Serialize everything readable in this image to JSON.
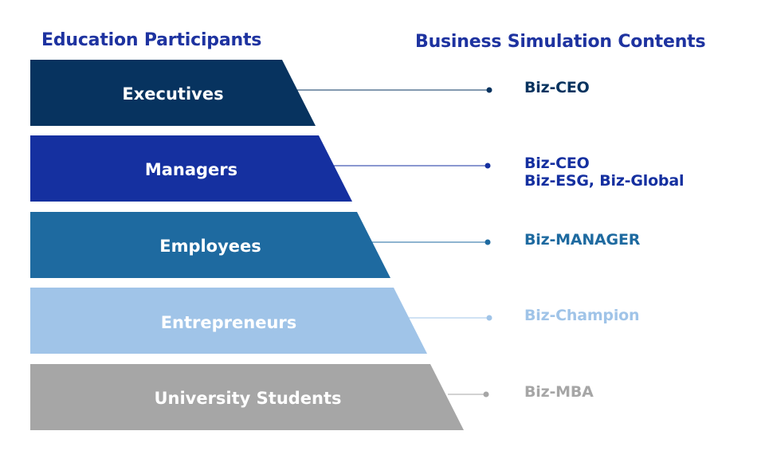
{
  "headings": {
    "participants": "Education Participants",
    "contents": "Business Simulation Contents"
  },
  "tiers": [
    {
      "label": "Executives",
      "color": "#07335f",
      "contents": [
        "Biz-CEO"
      ]
    },
    {
      "label": "Managers",
      "color": "#1530a0",
      "contents": [
        "Biz-CEO",
        "Biz-ESG,  Biz-Global"
      ]
    },
    {
      "label": "Employees",
      "color": "#1e6aa0",
      "contents": [
        "Biz-MANAGER"
      ]
    },
    {
      "label": "Entrepreneurs",
      "color": "#a0c4e8",
      "contents": [
        "Biz-Champion"
      ]
    },
    {
      "label": "University Students",
      "color": "#a6a6a6",
      "contents": [
        "Biz-MBA"
      ]
    }
  ]
}
